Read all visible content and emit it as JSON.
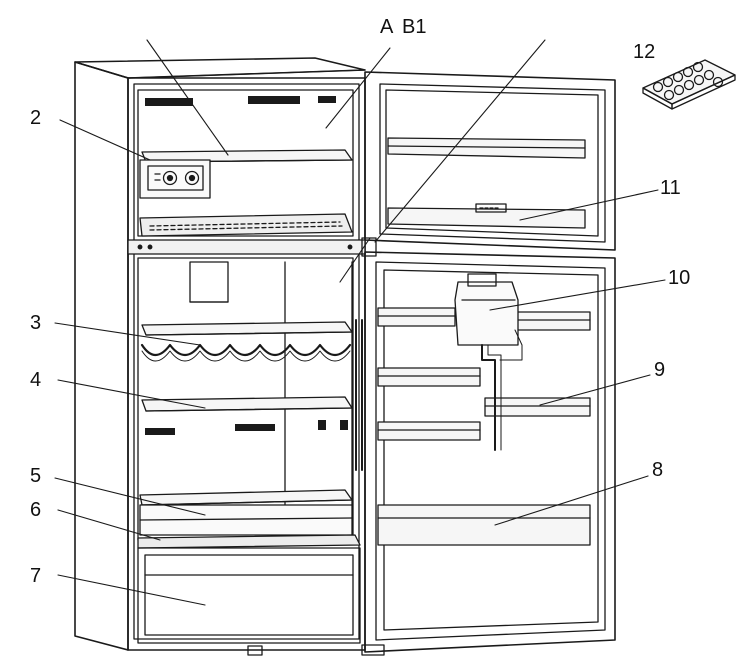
{
  "diagram": {
    "subject": "Top-freezer refrigerator, doors open",
    "stroke_color": "#1a1a1a",
    "callouts": [
      {
        "id": "A",
        "text": "A"
      },
      {
        "id": "B1",
        "text": "B1"
      },
      {
        "id": "2",
        "text": "2"
      },
      {
        "id": "3",
        "text": "3"
      },
      {
        "id": "4",
        "text": "4"
      },
      {
        "id": "5",
        "text": "5"
      },
      {
        "id": "6",
        "text": "6"
      },
      {
        "id": "7",
        "text": "7"
      },
      {
        "id": "8",
        "text": "8"
      },
      {
        "id": "9",
        "text": "9"
      },
      {
        "id": "10",
        "text": "10"
      },
      {
        "id": "11",
        "text": "11"
      },
      {
        "id": "12",
        "text": "12"
      }
    ]
  }
}
